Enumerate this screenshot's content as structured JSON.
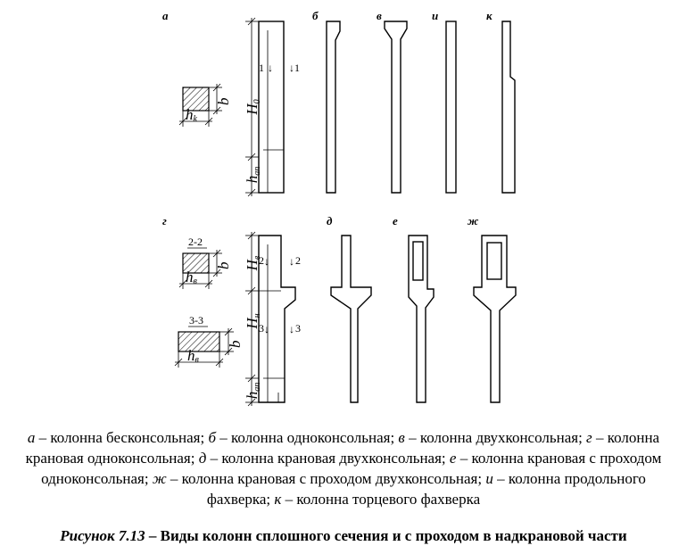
{
  "labels": {
    "a": "а",
    "b": "б",
    "v": "в",
    "i": "и",
    "k": "к",
    "g": "г",
    "d": "д",
    "e": "е",
    "zh": "ж"
  },
  "dims": {
    "H": "H",
    "sub_0": "0",
    "sub_v": "в",
    "sub_n": "н",
    "h": "h",
    "sub_an": "ап",
    "sub_k": "k",
    "b": "b"
  },
  "sections": {
    "s1": "1",
    "s2": "2",
    "s3": "3",
    "s22": "2-2",
    "s33": "3-3"
  },
  "legend": {
    "a_label": "а",
    "a_text": " – колонна бесконсольная; ",
    "b_label": "б",
    "b_text": " – колонна одноконсольная; ",
    "v_label": "в",
    "v_text": " – колонна двухконсольная; ",
    "g_label": "г",
    "g_text": " – колонна крановая одноконсольная; ",
    "d_label": "д",
    "d_text": " – колонна крановая двухконсольная; ",
    "e_label": "е",
    "e_text": " – колонна крановая с проходом одноконсольная; ",
    "zh_label": "ж",
    "zh_text": " – колонна крановая с проходом двухконсольная; ",
    "i_label": "и",
    "i_text": " – колонна продольного фахверка; ",
    "k_label": "к",
    "k_text": " – колонна торцевого фахверка"
  },
  "caption": {
    "number": "Рисунок 7.13",
    "text": " – Виды колонн сплошного сечения и с проходом в надкрановой части"
  },
  "colors": {
    "ink": "#000000",
    "background": "#ffffff"
  }
}
